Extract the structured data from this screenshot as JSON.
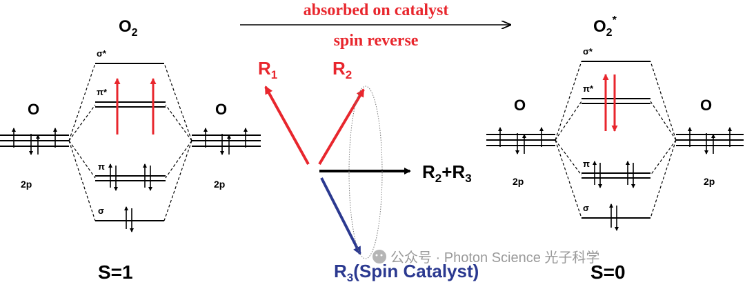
{
  "header": {
    "arrow_top_text": "absorbed on catalyst",
    "arrow_bottom_text": "spin reverse"
  },
  "left_diagram": {
    "title": "O",
    "title_sub": "2",
    "atom_left": "O",
    "atom_right": "O",
    "orbital_label_left": "2p",
    "orbital_label_right": "2p",
    "sigma_star": "σ*",
    "pi_star": "π*",
    "pi": "π",
    "sigma": "σ",
    "spin_state": "S=1"
  },
  "right_diagram": {
    "title": "O",
    "title_sub": "2",
    "title_sup": "*",
    "atom_left": "O",
    "atom_right": "O",
    "orbital_label_left": "2p",
    "orbital_label_right": "2p",
    "sigma_star": "σ*",
    "pi_star": "π*",
    "pi": "π",
    "sigma": "σ",
    "spin_state": "S=0"
  },
  "center": {
    "r1": "R",
    "r1_sub": "1",
    "r2": "R",
    "r2_sub": "2",
    "product_a": "R",
    "product_a_sub": "2",
    "product_plus": "+R",
    "product_b_sub": "3",
    "r3": "R",
    "r3_sub": "3",
    "r3_suffix": "(Spin Catalyst)"
  },
  "watermark": "公众号 · Photon Science 光子科学",
  "colors": {
    "red": "#e8262d",
    "blue": "#2b3990",
    "black": "#000000",
    "watermark": "#9a9a9a"
  }
}
